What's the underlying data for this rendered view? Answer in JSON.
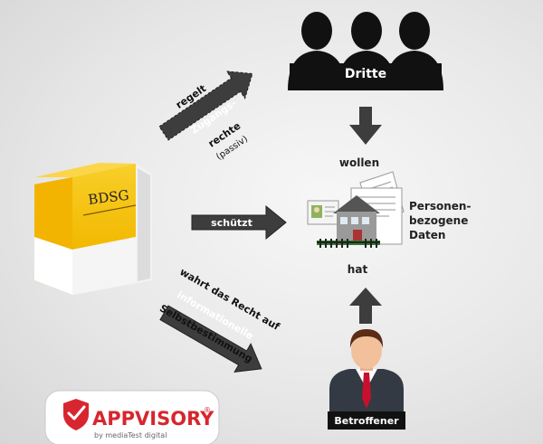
{
  "diagram": {
    "book_title": "BDSG",
    "groups": {
      "third_parties": "Dritte",
      "data_subject": "Betroffener"
    },
    "data_node": {
      "line1": "Personen-",
      "line2": "bezogene",
      "line3": "Daten"
    },
    "relations": {
      "want": "wollen",
      "has": "hat",
      "protects": "schützt",
      "regulates": {
        "line1": "regelt",
        "line2": "Zugangs-",
        "line3": "rechte",
        "line4": "(passiv)"
      },
      "preserves": {
        "line1": "wahrt das Recht auf",
        "line2": "informationelle",
        "line3": "Selbstbestimmung"
      }
    }
  },
  "branding": {
    "name": "APPVISORY",
    "reg_mark": "®",
    "tagline": "by mediaTest digital"
  },
  "colors": {
    "book": "#f5c000",
    "arrow": "#3d3d3d",
    "person": "#111111",
    "brand_red": "#d7262f",
    "tie": "#c8102e"
  },
  "icons": [
    "person-icon",
    "house-icon",
    "document-icon",
    "shield-icon",
    "book-icon"
  ]
}
